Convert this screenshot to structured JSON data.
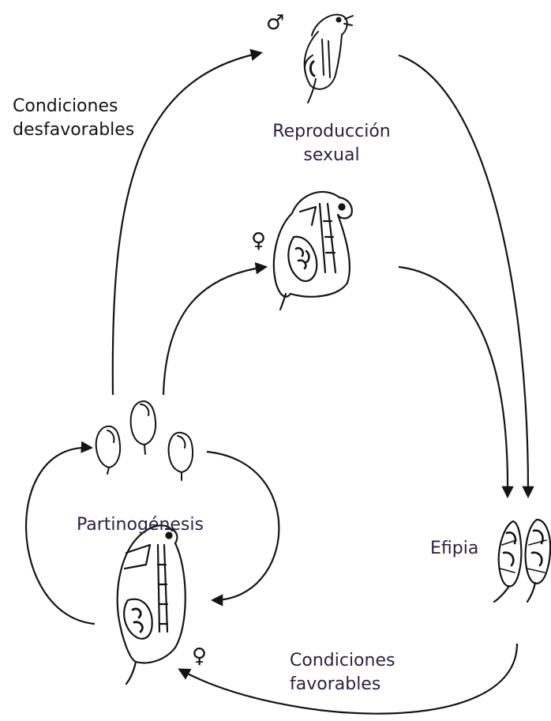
{
  "labels": {
    "unfavorable": [
      "Condiciones",
      "desfavorables"
    ],
    "sexual": [
      "Reproducción",
      "sexual"
    ],
    "parthenogenesis": "Partinogénesis",
    "ephippium": "Efipia",
    "favorable": [
      "Condiciones",
      "favorables"
    ]
  },
  "symbols": {
    "male": "♂",
    "female_top": "♀",
    "female_bottom": "♀"
  },
  "colors": {
    "ink": "#141414",
    "label_text": "#2c2140"
  }
}
